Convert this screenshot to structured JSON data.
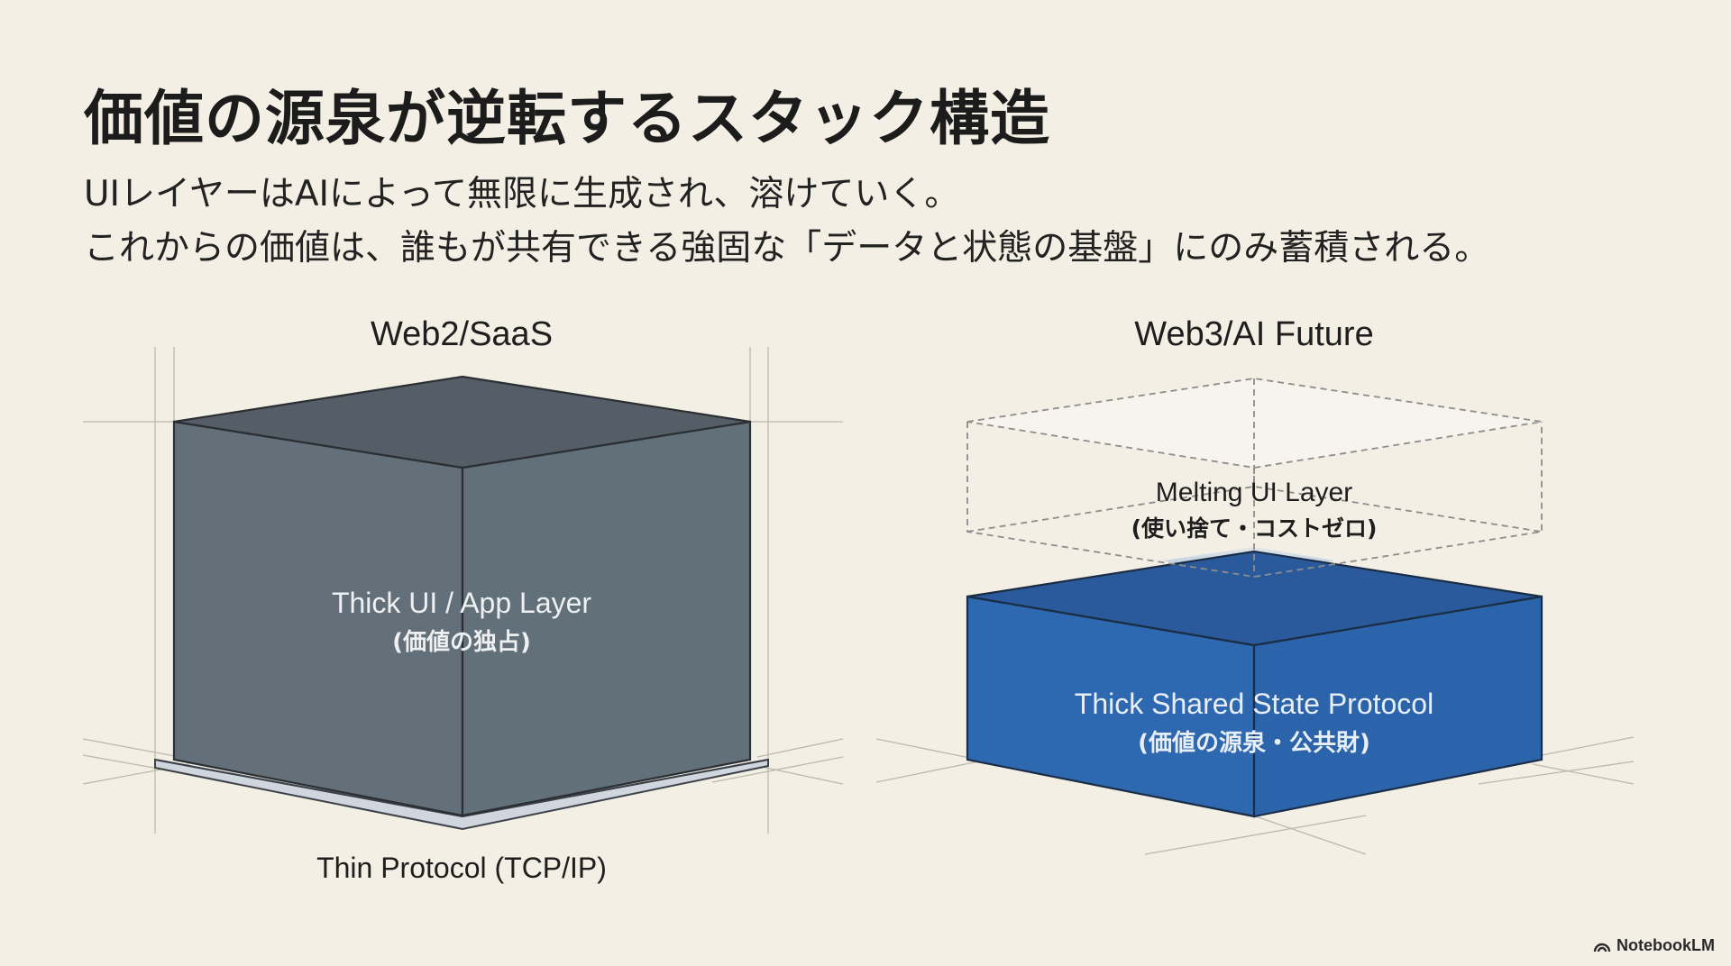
{
  "slide": {
    "title": "価値の源泉が逆転するスタック構造",
    "subtitle_line1": "UIレイヤーはAIによって無限に生成され、溶けていく。",
    "subtitle_line2": "これからの価値は、誰もが共有できる強固な「データと状態の基盤」にのみ蓄積される。"
  },
  "left_diagram": {
    "heading": "Web2/SaaS",
    "cube_label": "Thick UI / App Layer",
    "cube_sublabel": "(価値の独占)",
    "base_label": "Thin Protocol (TCP/IP)"
  },
  "right_diagram": {
    "heading": "Web3/AI Future",
    "top_label": "Melting UI Layer",
    "top_sublabel": "(使い捨て・コストゼロ)",
    "block_label": "Thick Shared State Protocol",
    "block_sublabel": "(価値の源泉・公共財)"
  },
  "footer": {
    "brand": "NotebookLM",
    "icon": "notebooklm-logo-icon"
  },
  "colors": {
    "background": "#f3efe4",
    "grey_cube": "#647079",
    "grey_top": "#555e66",
    "blue_block": "#2d68b0",
    "blue_top": "#2a5a9c",
    "base_plate": "#cfd6de"
  }
}
